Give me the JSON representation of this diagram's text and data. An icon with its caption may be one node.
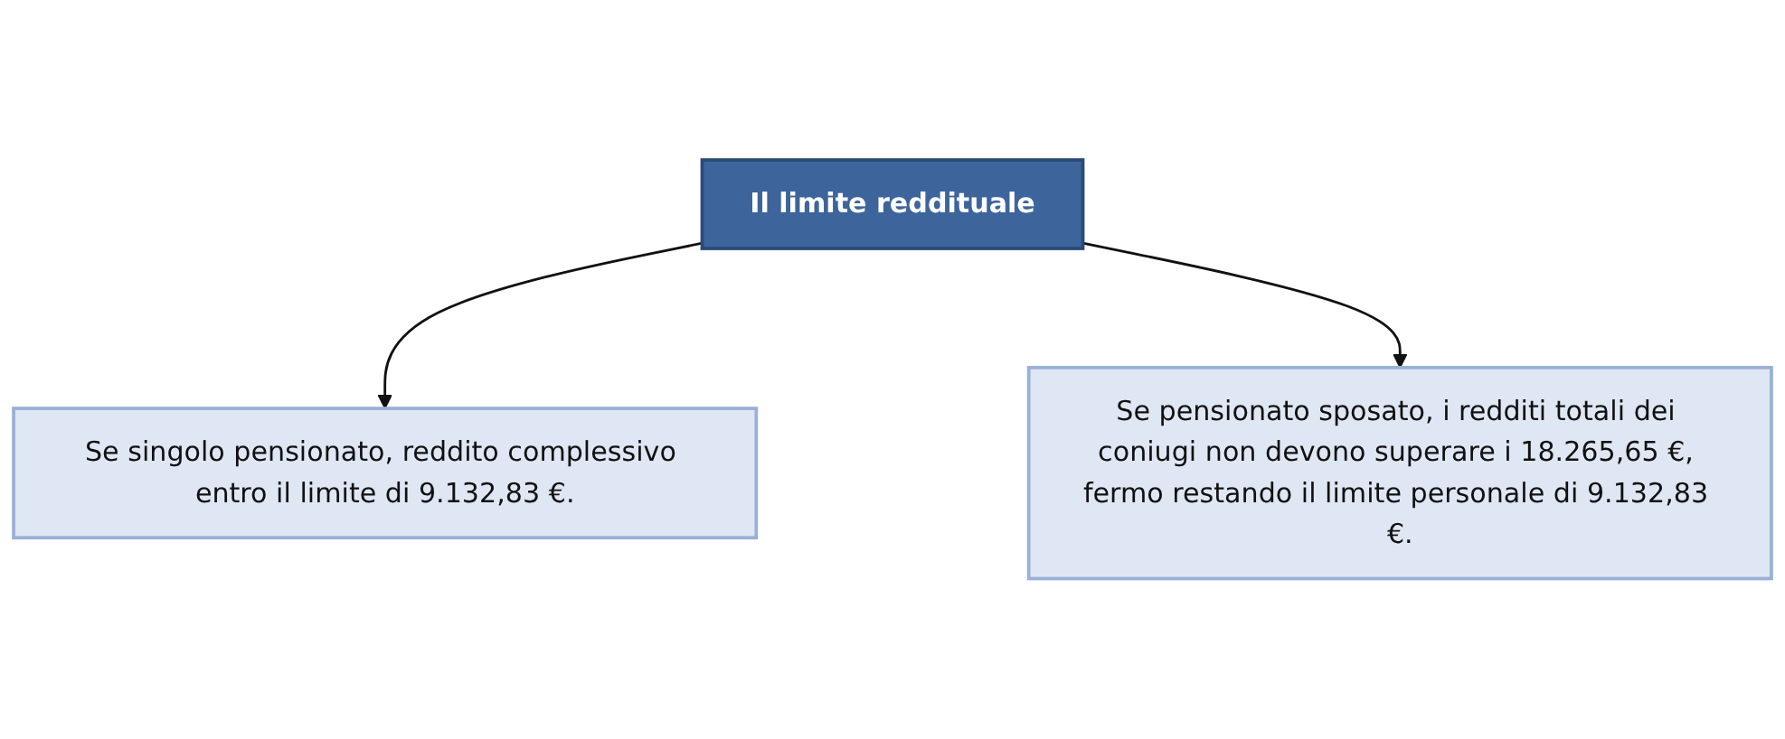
{
  "diagram": {
    "nodes": [
      {
        "text": [
          "Il limite reddituale"
        ]
      },
      {
        "text": [
          "Se singolo pensionato, reddito complessivo entro il limite di 9.132,83 €."
        ]
      },
      {
        "text": [
          "Se pensionato sposato, i redditi totali dei coniugi non devono superare i 18.265,65 €, fermo restando il limite personale di 9.132,83 €."
        ]
      }
    ],
    "edges": [
      {
        "from": 0,
        "to": 1,
        "arrow": "to"
      },
      {
        "from": 0,
        "to": 2,
        "arrow": "to"
      }
    ]
  }
}
